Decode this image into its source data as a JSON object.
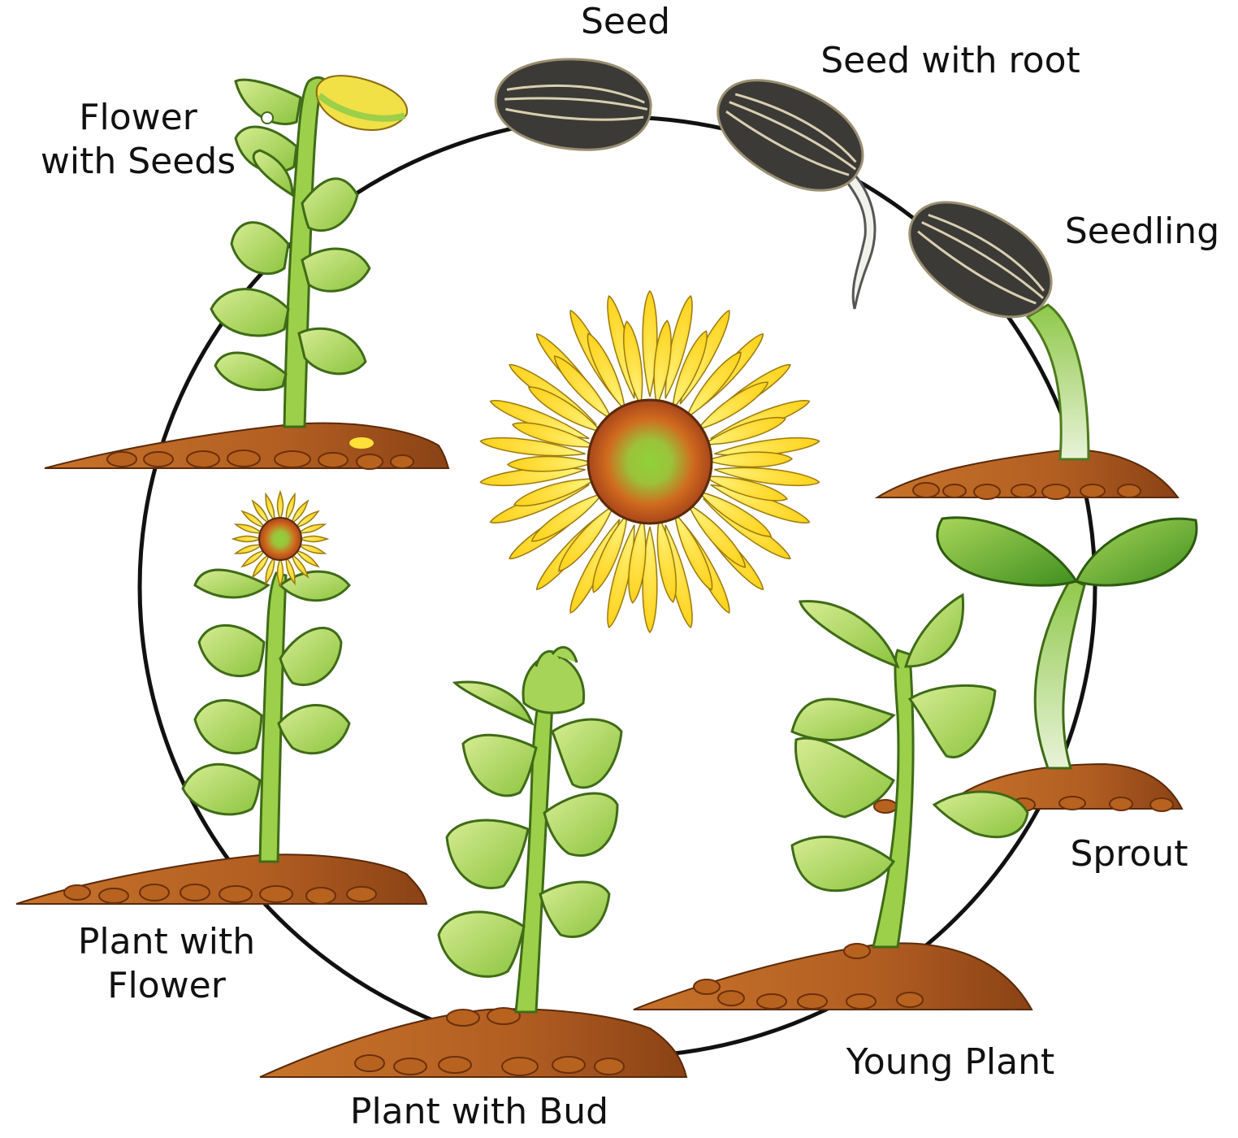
{
  "diagram": {
    "type": "life-cycle",
    "colors": {
      "cycle_ring": "#111111",
      "soil_light": "#c8732a",
      "soil_dark": "#8a4215",
      "leaf_light": "#c6e27e",
      "leaf_dark": "#6fae2a",
      "stem": "#7fbf3a",
      "petal": "#ffe13a",
      "flower_center": "#c8561d",
      "seed_shell": "#3b3a37",
      "seed_stripe": "#d9cfb0"
    },
    "stages": [
      {
        "id": "seed",
        "lines": [
          "Seed"
        ],
        "icon": "seed-icon"
      },
      {
        "id": "seed-with-root",
        "lines": [
          "Seed with root"
        ],
        "icon": "seed-with-root-icon"
      },
      {
        "id": "seedling",
        "lines": [
          "Seedling"
        ],
        "icon": "seedling-icon"
      },
      {
        "id": "sprout",
        "lines": [
          "Sprout"
        ],
        "icon": "sprout-icon"
      },
      {
        "id": "young-plant",
        "lines": [
          "Young Plant"
        ],
        "icon": "young-plant-icon"
      },
      {
        "id": "plant-with-bud",
        "lines": [
          "Plant with Bud"
        ],
        "icon": "plant-with-bud-icon"
      },
      {
        "id": "plant-with-flower",
        "lines": [
          "Plant with",
          "Flower"
        ],
        "icon": "plant-with-flower-icon"
      },
      {
        "id": "flower-with-seeds",
        "lines": [
          "Flower",
          "with Seeds"
        ],
        "icon": "flower-with-seeds-icon"
      }
    ],
    "center_icon": "sunflower-icon"
  }
}
